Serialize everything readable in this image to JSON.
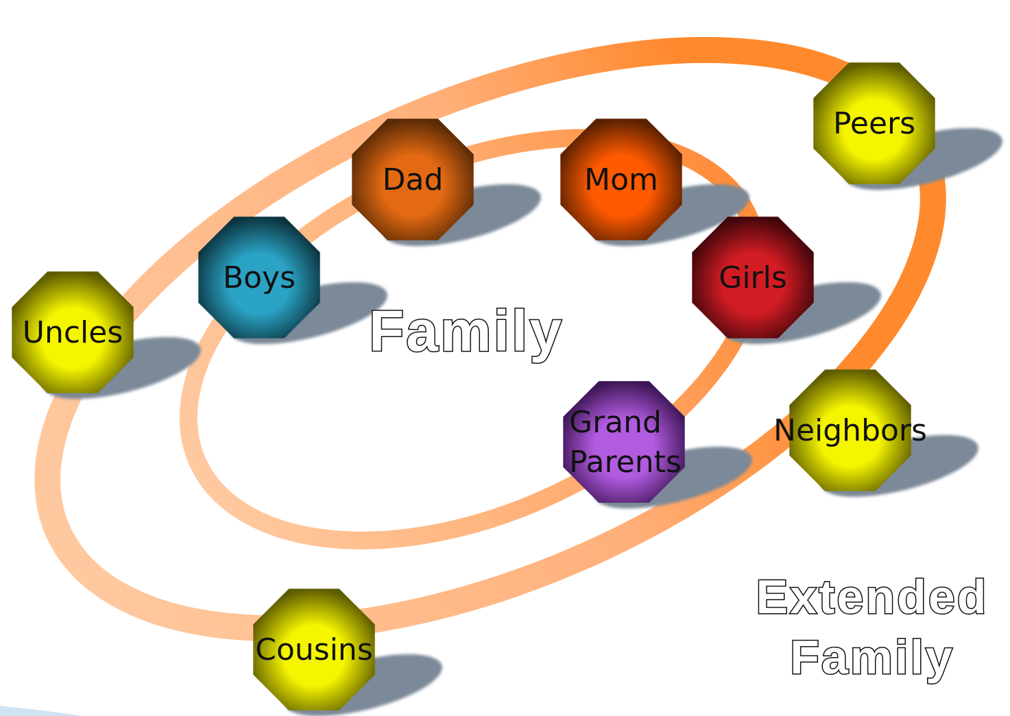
{
  "diagram": {
    "inner_ring_label": "Family",
    "outer_ring_label_lines": [
      "Extended",
      "Family"
    ],
    "inner_ring_color": "#ff8c3a",
    "outer_ring_color": "#ff8a2e",
    "ring_fade_color": "#ffc9a0",
    "shadow_color": "#7b8998"
  },
  "nodes": {
    "dad": {
      "lines": [
        "Dad"
      ],
      "color": "#e36a12",
      "edge": "#5a2a06"
    },
    "mom": {
      "lines": [
        "Mom"
      ],
      "color": "#ff5a00",
      "edge": "#5a2000"
    },
    "boys": {
      "lines": [
        "Boys"
      ],
      "color": "#2aa3c4",
      "edge": "#0c3440"
    },
    "girls": {
      "lines": [
        "Girls"
      ],
      "color": "#d21c24",
      "edge": "#40060a"
    },
    "grandparents": {
      "lines": [
        "Grand",
        "Parents"
      ],
      "color": "#b25be0",
      "edge": "#3e1656"
    },
    "uncles": {
      "lines": [
        "Uncles"
      ],
      "color": "#f5f500",
      "edge": "#5e5c00"
    },
    "peers": {
      "lines": [
        "Peers"
      ],
      "color": "#f5f500",
      "edge": "#5e5c00"
    },
    "neighbors": {
      "lines": [
        "Neighbors"
      ],
      "color": "#f5f500",
      "edge": "#5e5c00"
    },
    "cousins": {
      "lines": [
        "Cousins"
      ],
      "color": "#f5f500",
      "edge": "#5e5c00"
    }
  }
}
